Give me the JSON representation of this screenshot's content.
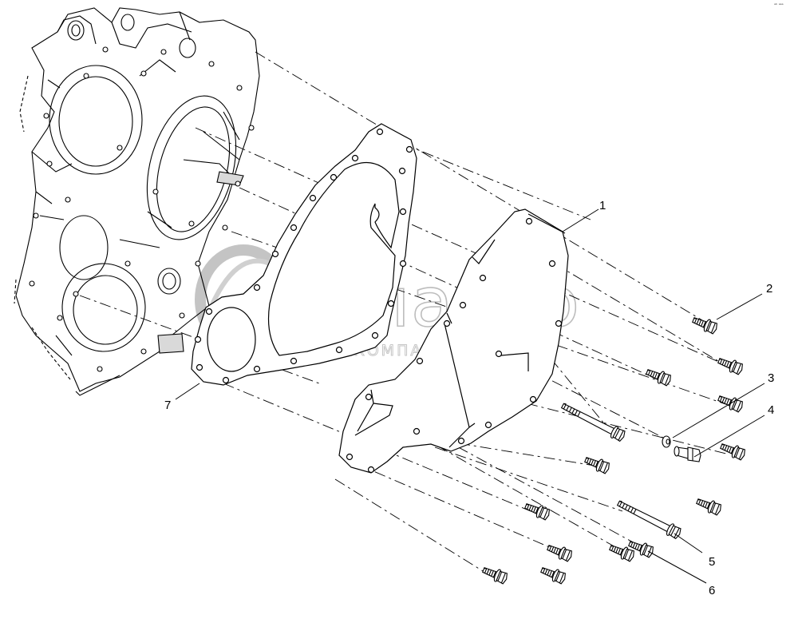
{
  "corner_mark": "ᵃᵇ ᵃᵃᵃ",
  "watermark": {
    "main_text": "белагро",
    "sub_text": "ГРУППА КОМПАНИЙ"
  },
  "callouts": [
    {
      "id": "1",
      "label": "1",
      "part": "front-cover"
    },
    {
      "id": "2",
      "label": "2",
      "part": "flange-bolt"
    },
    {
      "id": "3",
      "label": "3",
      "part": "washer"
    },
    {
      "id": "4",
      "label": "4",
      "part": "plug"
    },
    {
      "id": "5",
      "label": "5",
      "part": "long-bolt"
    },
    {
      "id": "6",
      "label": "6",
      "part": "short-bolt"
    },
    {
      "id": "7",
      "label": "7",
      "part": "gasket"
    }
  ],
  "colors": {
    "line": "#000000",
    "watermark": "#bdbdbd",
    "background": "#ffffff"
  }
}
